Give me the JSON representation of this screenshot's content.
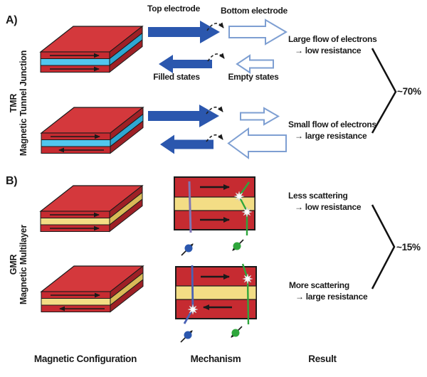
{
  "figure": {
    "panel_a": {
      "label": "A)",
      "effect_abbr": "TMR",
      "effect_name": "Magnetic Tunnel Junction",
      "percent": "~70%",
      "labels": {
        "top_electrode": "Top electrode",
        "bottom_electrode": "Bottom electrode",
        "filled_states": "Filled states",
        "empty_states": "Empty states"
      },
      "rows": [
        {
          "configuration": "parallel",
          "magnetization": [
            "right",
            "right"
          ],
          "result_line1": "Large flow of electrons",
          "result_line2": "→ low resistance"
        },
        {
          "configuration": "antiparallel",
          "magnetization": [
            "right",
            "left"
          ],
          "result_line1": "Small flow of electrons",
          "result_line2": "→ large resistance"
        }
      ]
    },
    "panel_b": {
      "label": "B)",
      "effect_abbr": "GMR",
      "effect_name": "Magnetic Multilayer",
      "percent": "~15%",
      "rows": [
        {
          "configuration": "parallel",
          "magnetization": [
            "right",
            "right"
          ],
          "result_line1": "Less scattering",
          "result_line2": "→ low resistance"
        },
        {
          "configuration": "antiparallel",
          "magnetization": [
            "right",
            "left"
          ],
          "result_line1": "More scattering",
          "result_line2": "→ large resistance"
        }
      ]
    },
    "column_labels": [
      "Magnetic Configuration",
      "Mechanism",
      "Result"
    ]
  },
  "colors": {
    "red": "#c62b31",
    "red_top": "#d4383c",
    "red_dark": "#9e2026",
    "cyan": "#52c6ee",
    "cyan_dark": "#2ea7d2",
    "yellow": "#f3dd85",
    "yellow_dark": "#d9ba57",
    "arrow_blue": "#2b57ae",
    "outline_blue": "#7e9fd2",
    "spin_line_purple": "#7f77b5",
    "spin_line_blue": "#4a62b5",
    "green": "#2fa63c",
    "ink": "#1a1a1a"
  }
}
